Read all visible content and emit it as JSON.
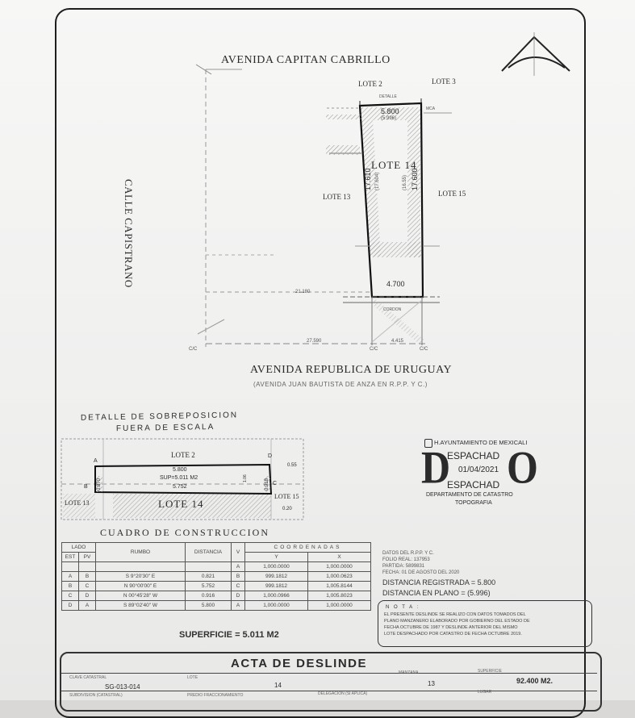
{
  "streets": {
    "top": "AVENIDA CAPITAN CABRILLO",
    "left": "CALLE CAPISTRANO",
    "bottom": "AVENIDA REPUBLICA DE URUGUAY",
    "bottom_note": "(AVENIDA JUAN BAUTISTA DE ANZA EN R.P.P. Y C.)"
  },
  "lots": {
    "main": "LOTE 14",
    "left": "LOTE 13",
    "right": "LOTE 15",
    "top_left": "LOTE 2",
    "top_right": "LOTE 3"
  },
  "dims": {
    "top": "5.800",
    "top_paren": "(5.996)",
    "bottom": "4.700",
    "left": "17.610",
    "left_paren": "(17.604)",
    "right": "17.600",
    "right_paren": "(16.55)",
    "street_left": "21.180",
    "street_bottom": "27.590",
    "small_bottom": "4.415"
  },
  "detail": {
    "title_line1": "DETALLE DE SOBREPOSICION",
    "title_line2": "FUERA DE ESCALA",
    "lote_top": "LOTE 2",
    "lote_main": "LOTE 14",
    "lote_left": "LOTE 13",
    "lote_right": "LOTE 15",
    "dim_top": "5.800",
    "sup": "SUP=5.011 M2",
    "dim_mid": "5.752",
    "left_dim": "0.870",
    "right_dim": "0.918",
    "side_a": "1.06",
    "side_b": "0.55",
    "side_c": "0.20",
    "points": [
      "A",
      "B",
      "C",
      "D"
    ]
  },
  "cuadro": {
    "title": "CUADRO DE CONSTRUCCION",
    "headers": {
      "lado": "LADO",
      "est": "EST",
      "pv": "PV",
      "rumbo": "RUMBO",
      "distancia": "DISTANCIA",
      "v": "V",
      "coordenadas": "COORDENADAS",
      "y": "Y",
      "x": "X"
    },
    "first_coord": {
      "v": "A",
      "y": "1,000.0000",
      "x": "1,000.0000"
    },
    "rows": [
      {
        "est": "A",
        "pv": "B",
        "rumbo": "S 9°20'30\" E",
        "dist": "0.821",
        "v": "B",
        "y": "999.1812",
        "x": "1,000.0623"
      },
      {
        "est": "B",
        "pv": "C",
        "rumbo": "N 90°00'00\" E",
        "dist": "5.752",
        "v": "C",
        "y": "999.1812",
        "x": "1,005.8144"
      },
      {
        "est": "C",
        "pv": "D",
        "rumbo": "N 00°45'28\" W",
        "dist": "0.916",
        "v": "D",
        "y": "1,000.0966",
        "x": "1,005.8023"
      },
      {
        "est": "D",
        "pv": "A",
        "rumbo": "S 89°02'40\" W",
        "dist": "5.800",
        "v": "A",
        "y": "1,000.0000",
        "x": "1,000.0000"
      }
    ],
    "superficie": "SUPERFICIE = 5.011 M2"
  },
  "rpp": {
    "line1": "DATOS DEL R.P.P. Y C.",
    "line2": "FOLIO REAL: 137953",
    "line3": "PARTIDA: 5899831",
    "line4": "FECHA: 01 DE AGOSTO DEL 2020",
    "registrada": "DISTANCIA REGISTRADA = 5.800",
    "plano": "DISTANCIA EN PLANO = (5.996)"
  },
  "nota": {
    "title": "N O T A :",
    "lines": [
      "EL PRESENTE DESLINDE SE REALIZO CON DATOS TOMADOS DEL",
      "PLANO MANZANERO ELABORADO POR GOBIERNO DEL ESTADO DE",
      "FECHA OCTUBRE DE 1987 Y DESLINDE ANTERIOR DEL MISMO",
      "LOTE DESPACHADO POR CATASTRO DE FECHA OCTUBRE 2019."
    ]
  },
  "stamp": {
    "org": "H.AYUNTAMIENTO DE MEXICALI",
    "word": "ESPACHAD",
    "date": "01/04/2021",
    "dept": "DEPARTAMENTO DE CATASTRO",
    "sub": "TOPOGRAFIA"
  },
  "acta": {
    "title": "ACTA DE DESLINDE",
    "clave_label": "CLAVE CATASTRAL",
    "clave": "SG-013-014",
    "lote_label": "LOTE",
    "lote": "14",
    "manzana_label": "MANZANA",
    "manzana": "13",
    "superficie_label": "SUPERFICIE",
    "superficie": "92.400 M2.",
    "subdivision_label": "SUBDIVISION (CATASTRAL)",
    "predio_label": "PREDIO FRACCIONAMIENTO",
    "delegacion_label": "DELEGACION (SI APLICA)",
    "lugar_label": "LUGAR"
  },
  "marks": {
    "mca": "MCA",
    "detalle": "DETALLE",
    "cordon": "CORDON",
    "cc": "C/C"
  },
  "colors": {
    "ink": "#2b2b2b",
    "paper": "#f3f3f2",
    "hatch": "#8a8a8a"
  }
}
